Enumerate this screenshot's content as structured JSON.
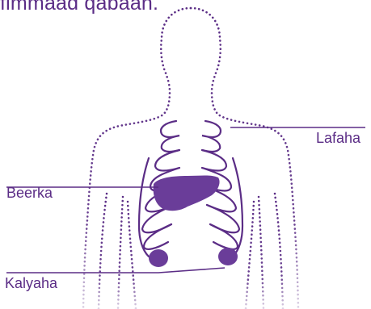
{
  "caption": "fimmaad qabaan.",
  "labels": {
    "liver": "Beerka",
    "lungs": "Lafaha",
    "kidneys": "Kalyaha"
  },
  "colors": {
    "accent": "#5b2d86",
    "organ_fill": "#6a3d99",
    "background": "#ffffff"
  }
}
